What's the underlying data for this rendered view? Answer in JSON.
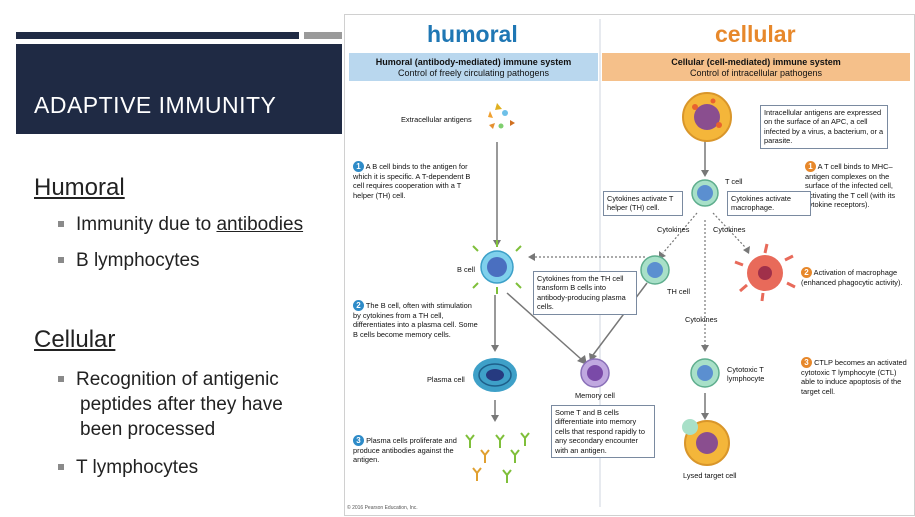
{
  "slide": {
    "title": "ADAPTIVE IMMUNITY",
    "humoral_heading": "Humoral",
    "humoral_b1_pre": "Immunity due to ",
    "humoral_b1_link": "antibodies",
    "humoral_b2": "B lymphocytes",
    "cellular_heading": "Cellular",
    "cellular_b1_l1": "Recognition of antigenic",
    "cellular_b1_l2": "peptides after they have",
    "cellular_b1_l3": "been processed",
    "cellular_b2": "T lymphocytes"
  },
  "figure": {
    "humoral_tag": "humoral",
    "cellular_tag": "cellular",
    "humoral_band_l1": "Humoral (antibody-mediated) immune system",
    "humoral_band_l2": "Control of freely circulating pathogens",
    "cellular_band_l1": "Cellular (cell-mediated) immune system",
    "cellular_band_l2": "Control of intracellular pathogens",
    "extracellular": "Extracellular antigens",
    "step1_h": "A B cell binds to the antigen for which it is specific. A T-dependent B cell requires cooperation with a T helper (TH) cell.",
    "b_cell": "B cell",
    "cytokines_th_box": "Cytokines from the TH cell transform B cells into antibody-producing plasma cells.",
    "step2_h": "The B cell, often with stimulation by cytokines from a TH cell, differentiates into a plasma cell. Some B cells become memory cells.",
    "plasma_cell": "Plasma cell",
    "memory_cell": "Memory cell",
    "memory_box": "Some T and B cells differentiate into memory cells that respond rapidly to any secondary encounter with an antigen.",
    "step3_h": "Plasma cells proliferate and produce antibodies against the antigen.",
    "intracellular_box": "Intracellular antigens are expressed on the surface of an APC, a cell infected by a virus, a bacterium, or a parasite.",
    "t_cell": "T cell",
    "step1_c": "A T cell binds to MHC–antigen complexes on the surface of the infected cell, activating the T cell (with its cytokine receptors).",
    "cyto_act_th": "Cytokines activate T helper (TH) cell.",
    "cyto_act_mac": "Cytokines activate macrophage.",
    "cytokines_left": "Cytokines",
    "cytokines_right": "Cytokines",
    "th_cell": "TH cell",
    "step2_c": "Activation of macrophage (enhanced phagocytic activity).",
    "cytokines_mid": "Cytokines",
    "cytotoxic": "Cytotoxic T lymphocyte",
    "step3_c": "CTLP becomes an activated cytotoxic T lymphocyte (CTL) able to induce apoptosis of the target cell.",
    "lysed": "Lysed target cell",
    "copyright": "© 2016 Pearson Education, Inc.",
    "n1": "1",
    "n2": "2",
    "n3": "3"
  },
  "colors": {
    "navy": "#1f2a44",
    "humoral_blue": "#1f77b4",
    "cellular_orange": "#e7882b"
  }
}
